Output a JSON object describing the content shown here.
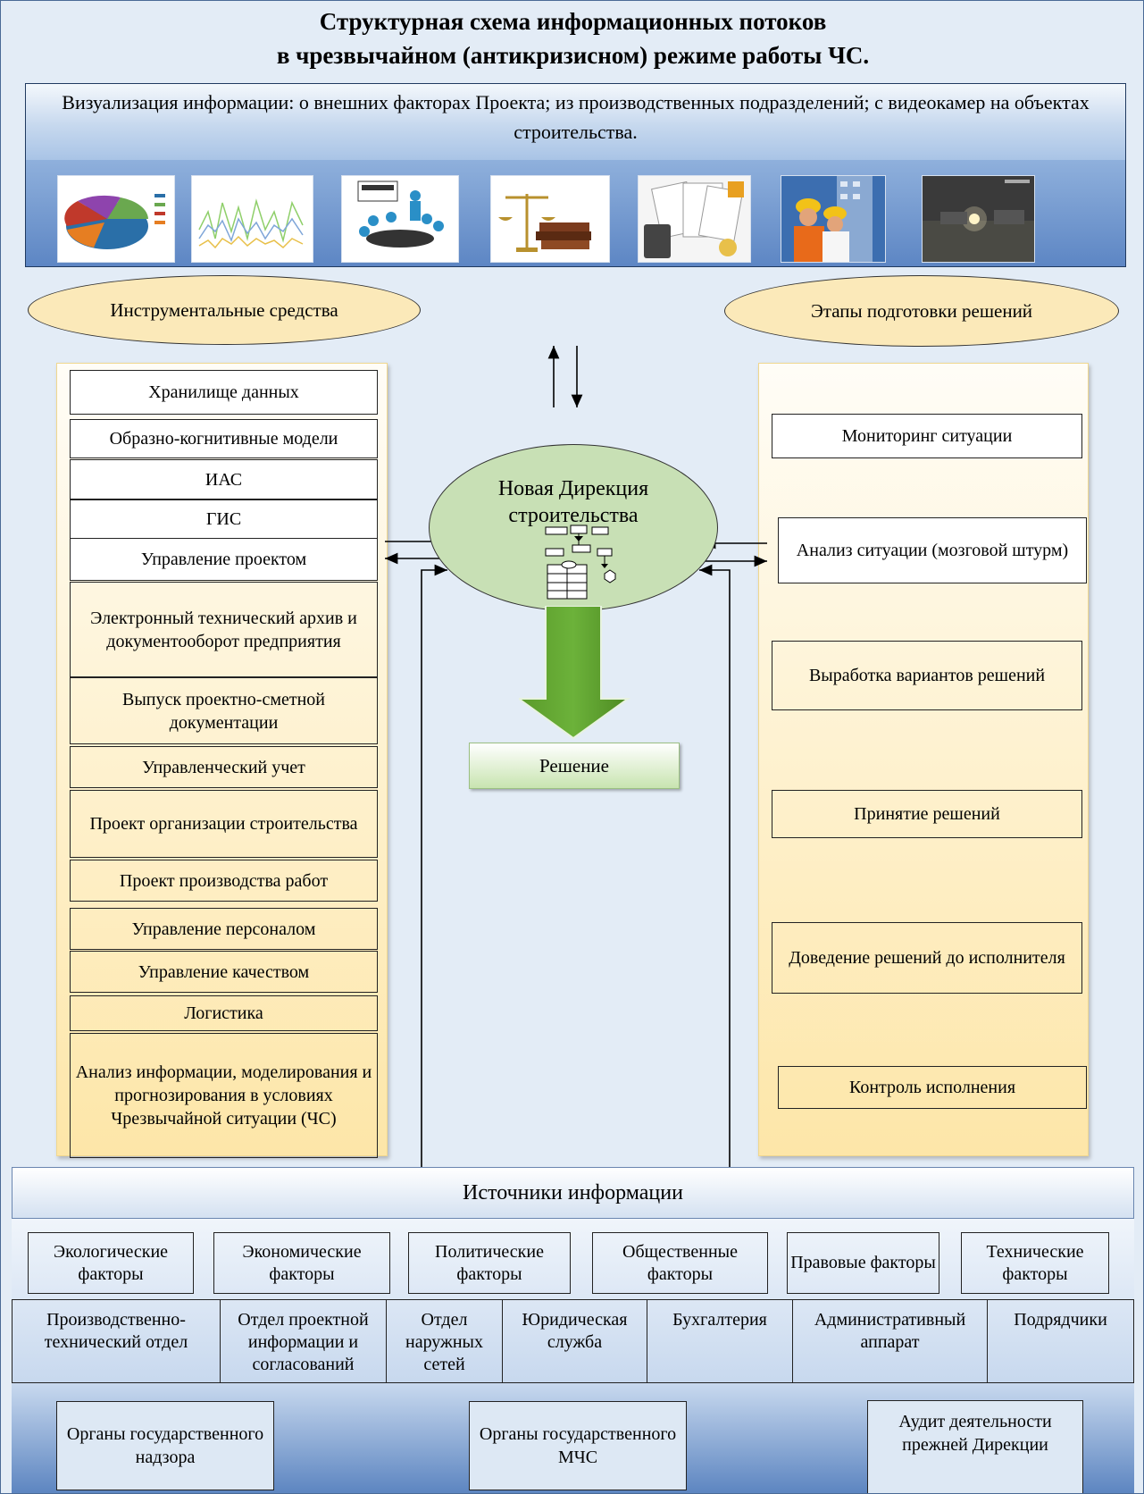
{
  "title_line1": "Структурная схема информационных потоков",
  "title_line2": "в чрезвычайном (антикризисном) режиме работы ЧС.",
  "visualization_header": "Визуализация информации: о внешних факторах Проекта; из производственных подразделений; с видеокамер на объектах строительства.",
  "left_ellipse": "Инструментальные средства",
  "right_ellipse": "Этапы подготовки решений",
  "tools": [
    "Хранилище данных",
    "Образно-когнитивные модели",
    "ИАС",
    "ГИС",
    "Управление проектом",
    "Электронный технический архив и документооборот предприятия",
    "Выпуск проектно-сметной документации",
    "Управленческий учет",
    "Проект организации строительства",
    "Проект производства работ",
    "Управление персоналом",
    "Управление качеством",
    "Логистика",
    "Анализ информации, моделирования и прогнозирования в условиях Чрезвычайной ситуации (ЧС)"
  ],
  "center_label": "Новая Дирекция строительства",
  "decision_label": "Решение",
  "stages": [
    "Мониторинг ситуации",
    "Анализ ситуации (мозговой штурм)",
    "Выработка вариантов решений",
    "Принятие решений",
    "Доведение решений до исполнителя",
    "Контроль исполнения"
  ],
  "sources_header": "Источники информации",
  "factors": [
    "Экологические факторы",
    "Экономические факторы",
    "Политические факторы",
    "Общественные факторы",
    "Правовые факторы",
    "Технические факторы"
  ],
  "departments": [
    "Производственно-технический отдел",
    "Отдел проектной информации и согласований",
    "Отдел наружных сетей",
    "Юридическая служба",
    "Бухгалтерия",
    "Административный аппарат",
    "Подрядчики"
  ],
  "authorities": [
    "Органы государственного надзора",
    "Органы государственного МЧС",
    "Аудит деятельности прежней Дирекции"
  ],
  "colors": {
    "panel_yellow": "#fde6a8",
    "ellipse_green": "#c8e0b5",
    "arrow_green": "#5b9c2c",
    "background": "#e3ecf6"
  }
}
